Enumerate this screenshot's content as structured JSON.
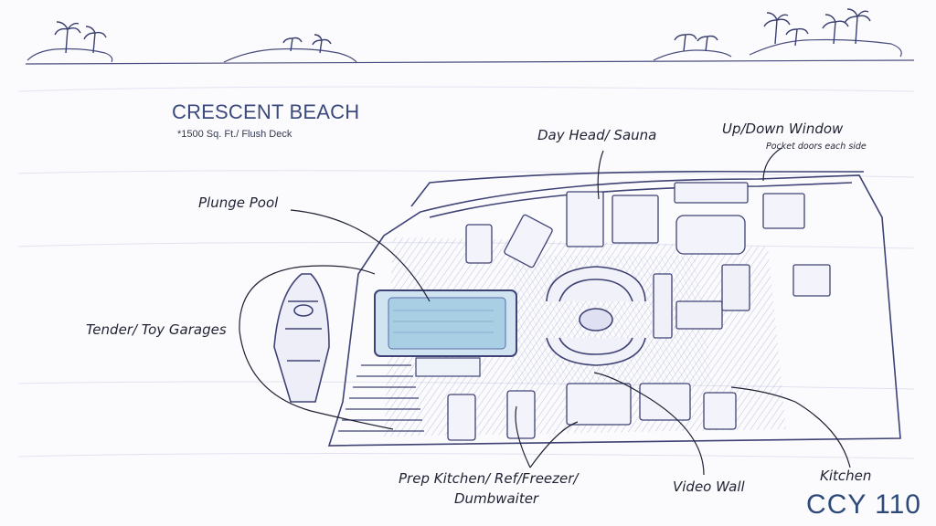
{
  "header": {
    "title": "CRESCENT BEACH",
    "subtitle": "*1500 Sq. Ft./ Flush Deck"
  },
  "labels": {
    "plunge_pool": "Plunge Pool",
    "tender_garages": "Tender/ Toy Garages",
    "day_head_sauna": "Day Head/ Sauna",
    "up_down_window": "Up/Down Window",
    "pocket_doors": "Pocket doors each side",
    "prep_kitchen_line1": "Prep Kitchen/ Ref/Freezer/",
    "prep_kitchen_line2": "Dumbwaiter",
    "video_wall": "Video Wall",
    "kitchen": "Kitchen"
  },
  "brand": "CCY 110",
  "colors": {
    "ink": "#3a3f6e",
    "sketch": "#6b6fa8",
    "title": "#3b4a7c",
    "pool": "#b9d7e8",
    "brand": "#2f4a78"
  }
}
